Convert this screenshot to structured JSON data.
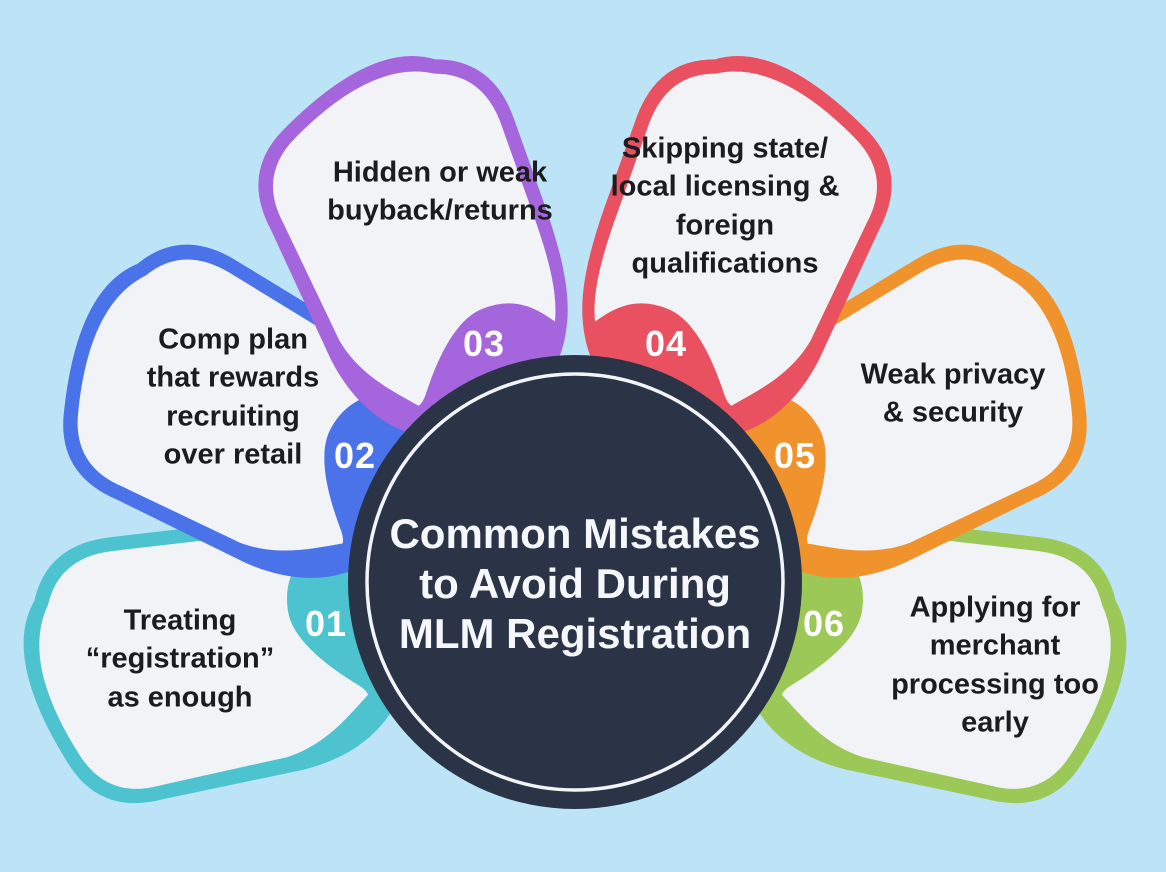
{
  "title": {
    "text": "Common Mistakes\nto Avoid During\nMLM Registration"
  },
  "petals": [
    {
      "number": "01",
      "text": "Treating\n“registration”\nas enough",
      "color": "#4dc3d0"
    },
    {
      "number": "02",
      "text": "Comp plan\nthat rewards\nrecruiting\nover retail",
      "color": "#4b73e9"
    },
    {
      "number": "03",
      "text": "Hidden or weak\nbuyback/returns",
      "color": "#a565dd"
    },
    {
      "number": "04",
      "text": "Skipping state/\nlocal licensing &\nforeign\nqualifications",
      "color": "#ea5160"
    },
    {
      "number": "05",
      "text": "Weak privacy\n& security",
      "color": "#f1932c"
    },
    {
      "number": "06",
      "text": "Applying for\nmerchant\nprocessing too\nearly",
      "color": "#9cc857"
    }
  ],
  "colors": {
    "background": "#bde4f6",
    "petal_fill": "#f1f3f7",
    "circle_fill": "#2b3447",
    "ring": "#f2f4f8",
    "title_text": "#f5f7fa",
    "petal_text": "#1c1c1e",
    "number_text": "#ffffff"
  }
}
